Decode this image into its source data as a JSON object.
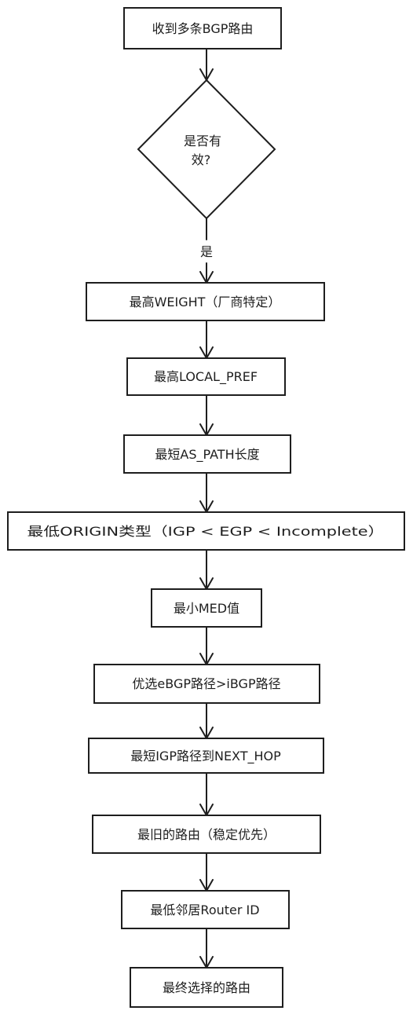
{
  "nodes": {
    "start": "收到多条BGP路由",
    "decision_line1": "是否有",
    "decision_line2": "效?",
    "weight": "最高WEIGHT（厂商特定）",
    "local_pref": "最高LOCAL_PREF",
    "as_path": "最短AS_PATH长度",
    "origin": "最低ORIGIN类型（IGP < EGP < Incomplete）",
    "med": "最小MED值",
    "ebgp": "优选eBGP路径>iBGP路径",
    "igp": "最短IGP路径到NEXT_HOP",
    "oldest": "最旧的路由（稳定优先）",
    "router_id": "最低邻居Router ID",
    "final": "最终选择的路由"
  },
  "edges": {
    "yes_label": "是"
  },
  "colors": {
    "stroke": "#1e1e1e",
    "fill": "#ffffff"
  }
}
